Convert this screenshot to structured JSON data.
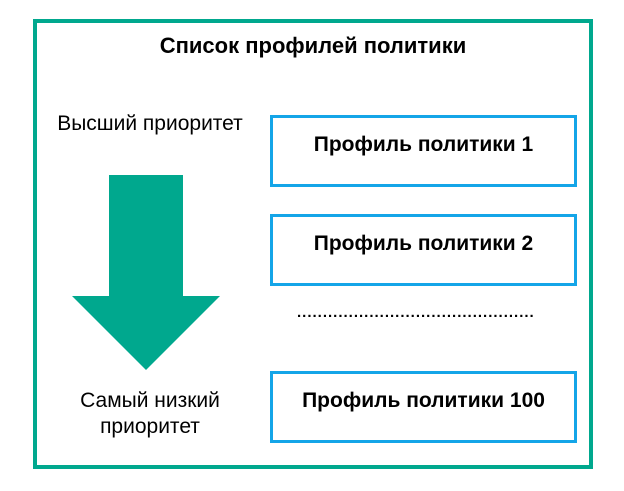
{
  "diagram": {
    "title": "Список профилей политики",
    "priority": {
      "highest_label": "Высший приоритет",
      "lowest_label": "Самый низкий приоритет",
      "arrow_direction": "down"
    },
    "profiles": [
      {
        "label": "Профиль политики 1"
      },
      {
        "label": "Профиль политики 2"
      },
      {
        "label": "Профиль политики 100"
      }
    ],
    "separator_dots": "..............................................",
    "colors": {
      "frame_border": "#00A88E",
      "arrow_fill": "#00A88E",
      "profile_box_border": "#14A5E8",
      "text": "#000000",
      "background": "#ffffff"
    }
  }
}
